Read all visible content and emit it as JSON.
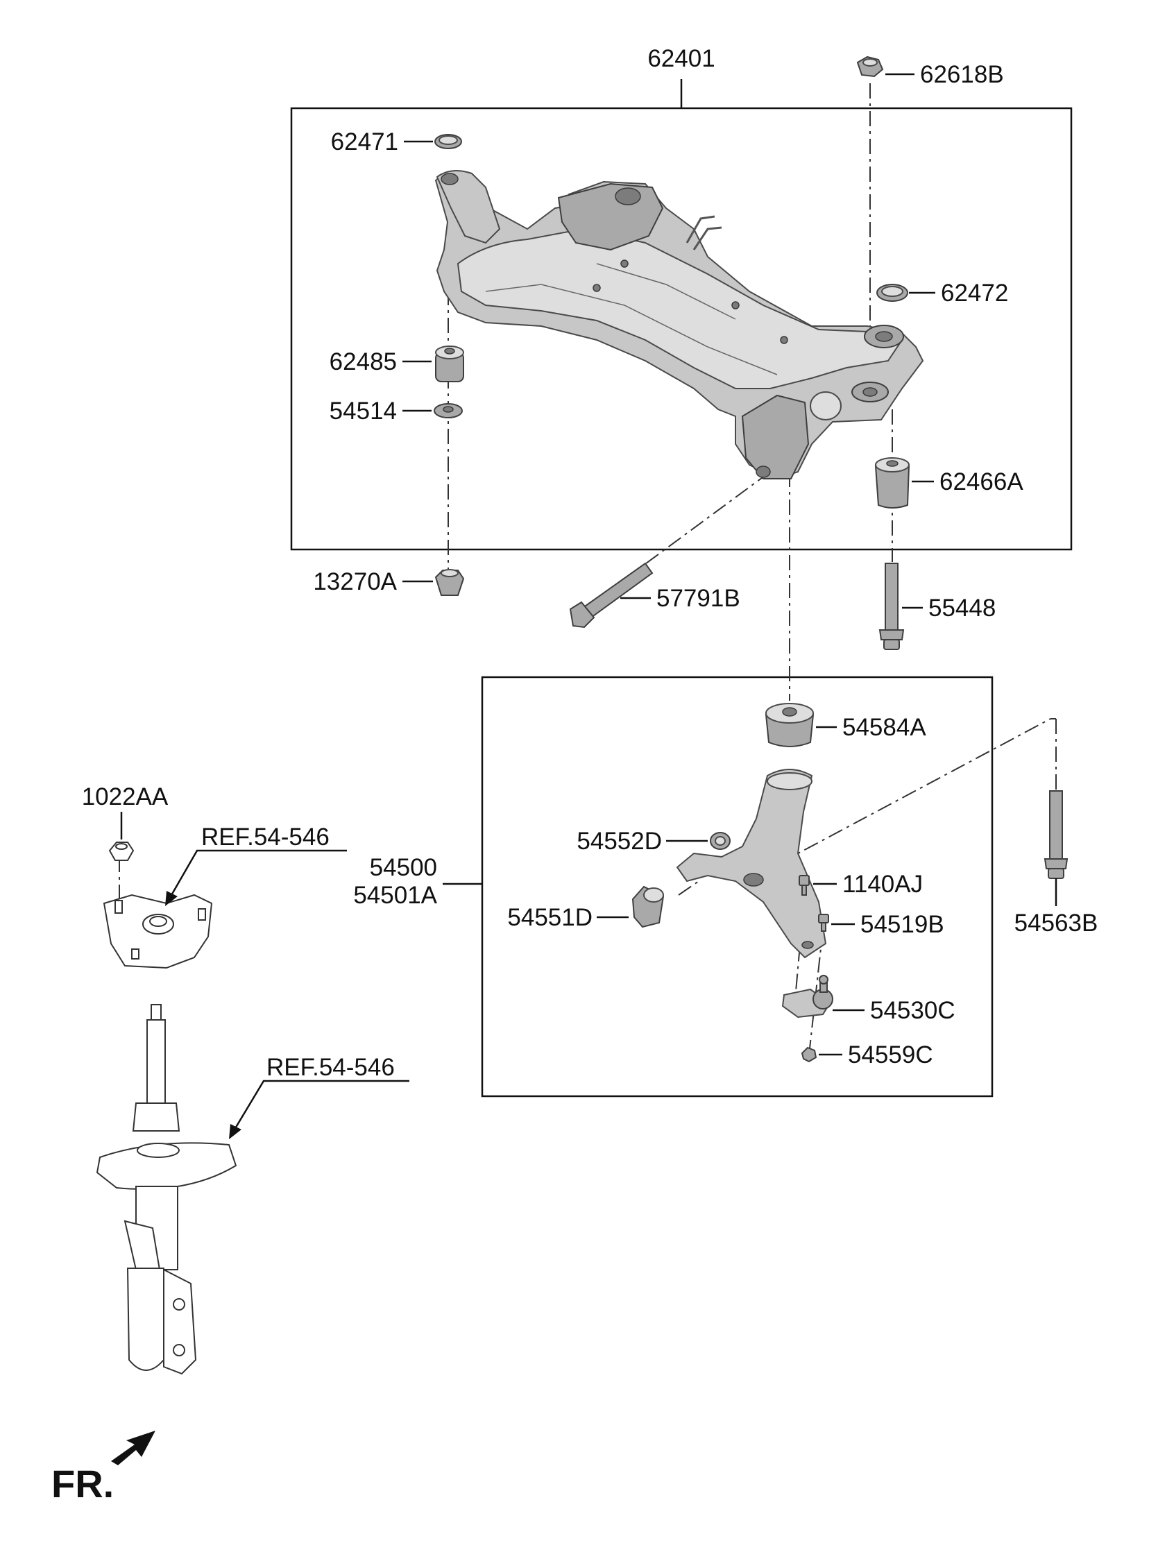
{
  "labels": {
    "p62401": "62401",
    "p62618B": "62618B",
    "p62471": "62471",
    "p62472": "62472",
    "p62485": "62485",
    "p54514": "54514",
    "p62466A": "62466A",
    "p13270A": "13270A",
    "p57791B": "57791B",
    "p55448": "55448",
    "p54584A": "54584A",
    "p1022AA": "1022AA",
    "ref1": "REF.54-546",
    "p54552D": "54552D",
    "p54500": "54500",
    "p54501A": "54501A",
    "p1140AJ": "1140AJ",
    "p54551D": "54551D",
    "p54519B": "54519B",
    "p54563B": "54563B",
    "p54530C": "54530C",
    "p54559C": "54559C",
    "ref2": "REF.54-546",
    "fr": "FR."
  }
}
